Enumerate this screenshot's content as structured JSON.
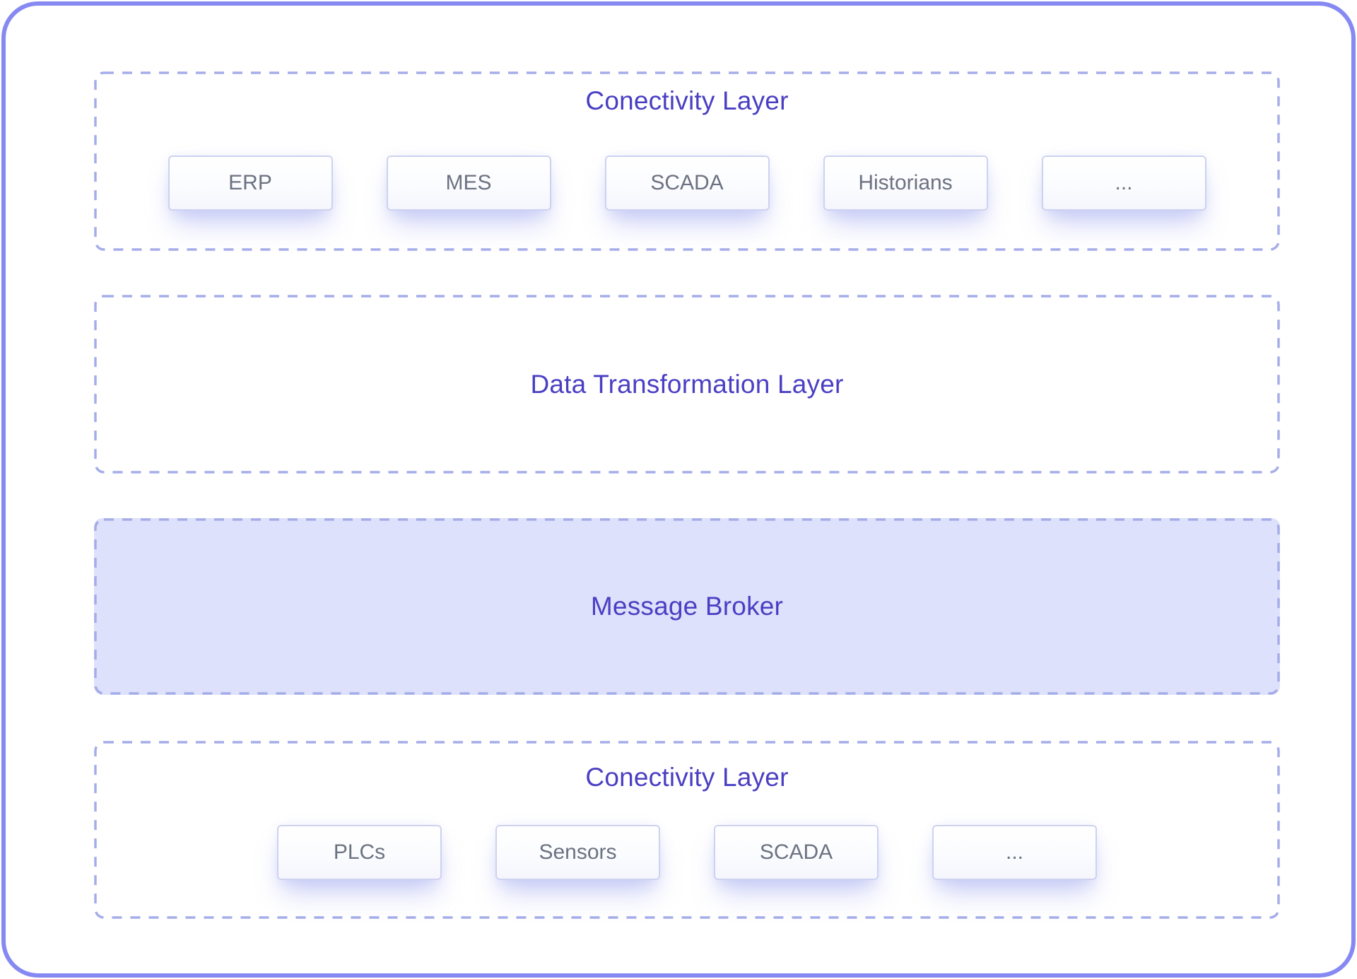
{
  "diagram": {
    "colors": {
      "frame_border": "#8689f2",
      "dashed_border": "#a5ade9",
      "layer_title": "#4a3fc3",
      "node_label": "#6b7280",
      "broker_fill": "#dee1fb"
    },
    "sections": [
      {
        "id": "connectivity-top",
        "title": "Conectivity Layer",
        "style": "dashed",
        "items": [
          "ERP",
          "MES",
          "SCADA",
          "Historians",
          "..."
        ]
      },
      {
        "id": "data-transformation",
        "title": "Data Transformation Layer",
        "style": "dashed",
        "items": []
      },
      {
        "id": "message-broker",
        "title": "Message Broker",
        "style": "filled",
        "items": []
      },
      {
        "id": "connectivity-bottom",
        "title": "Conectivity Layer",
        "style": "dashed",
        "items": [
          "PLCs",
          "Sensors",
          "SCADA",
          "..."
        ]
      }
    ]
  }
}
